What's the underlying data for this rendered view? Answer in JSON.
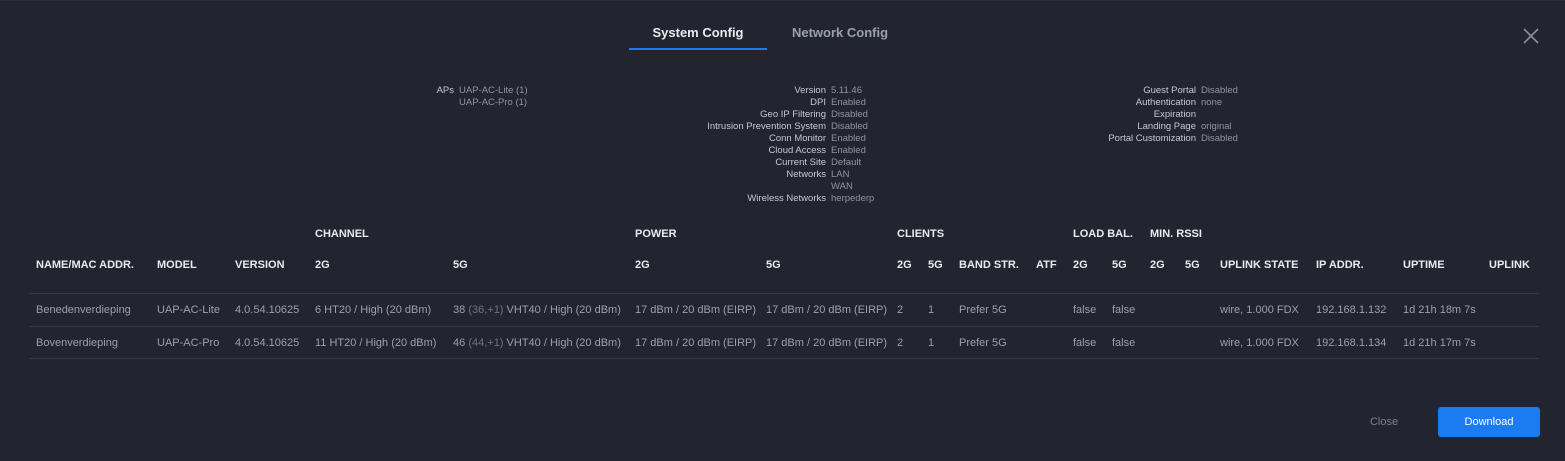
{
  "tabs": [
    {
      "label": "System Config",
      "active": true
    },
    {
      "label": "Network Config",
      "active": false
    }
  ],
  "aps": {
    "label": "APs",
    "values": [
      "UAP-AC-Lite (1)",
      "UAP-AC-Pro (1)"
    ]
  },
  "system": [
    {
      "k": "Version",
      "v": "5.11.46"
    },
    {
      "k": "DPI",
      "v": "Enabled"
    },
    {
      "k": "Geo IP Filtering",
      "v": "Disabled"
    },
    {
      "k": "Intrusion Prevention System",
      "v": "Disabled"
    },
    {
      "k": "Conn Monitor",
      "v": "Enabled"
    },
    {
      "k": "Cloud Access",
      "v": "Enabled"
    },
    {
      "k": "Current Site",
      "v": "Default"
    },
    {
      "k": "Networks",
      "v": "LAN"
    },
    {
      "k": "",
      "v": "WAN"
    },
    {
      "k": "Wireless Networks",
      "v": "herpederp"
    }
  ],
  "guest": [
    {
      "k": "Guest Portal",
      "v": "Disabled"
    },
    {
      "k": "Authentication",
      "v": "none"
    },
    {
      "k": "Expiration",
      "v": ""
    },
    {
      "k": "Landing Page",
      "v": "original"
    },
    {
      "k": "Portal Customization",
      "v": "Disabled"
    }
  ],
  "table": {
    "groups": {
      "channel": "CHANNEL",
      "power": "POWER",
      "clients": "CLIENTS",
      "load_bal": "LOAD BAL.",
      "min_rssi": "MIN. RSSI"
    },
    "headers": {
      "name": "NAME/MAC ADDR.",
      "model": "MODEL",
      "version": "VERSION",
      "ch_2g": "2G",
      "ch_5g": "5G",
      "pw_2g": "2G",
      "pw_5g": "5G",
      "cl_2g": "2G",
      "cl_5g": "5G",
      "band_str": "BAND STR.",
      "atf": "ATF",
      "lb_2g": "2G",
      "lb_5g": "5G",
      "rs_2g": "2G",
      "rs_5g": "5G",
      "uplink_state": "UPLINK STATE",
      "ip": "IP ADDR.",
      "uptime": "UPTIME",
      "uplink": "UPLINK"
    },
    "rows": [
      {
        "name": "Benedenverdieping",
        "model": "UAP-AC-Lite",
        "version": "4.0.54.10625",
        "ch_2g": "6 HT20  / High (20 dBm)",
        "ch_5g_num": "38",
        "ch_5g_sub": "(36,+1)",
        "ch_5g_rest": "VHT40  / High (20 dBm)",
        "pw_2g": "17 dBm / 20 dBm (EIRP)",
        "pw_5g": "17 dBm / 20 dBm (EIRP)",
        "cl_2g": "2",
        "cl_5g": "1",
        "band_str": "Prefer 5G",
        "lb_2g": "false",
        "lb_5g": "false",
        "uplink_state": "wire, 1.000 FDX",
        "ip": "192.168.1.132",
        "uptime": "1d 21h 18m 7s"
      },
      {
        "name": "Bovenverdieping",
        "model": "UAP-AC-Pro",
        "version": "4.0.54.10625",
        "ch_2g": "11 HT20  / High (20 dBm)",
        "ch_5g_num": "46",
        "ch_5g_sub": "(44,+1)",
        "ch_5g_rest": "VHT40  / High (20 dBm)",
        "pw_2g": "17 dBm / 20 dBm (EIRP)",
        "pw_5g": "17 dBm / 20 dBm (EIRP)",
        "cl_2g": "2",
        "cl_5g": "1",
        "band_str": "Prefer 5G",
        "lb_2g": "false",
        "lb_5g": "false",
        "uplink_state": "wire, 1.000 FDX",
        "ip": "192.168.1.134",
        "uptime": "1d 21h 17m 7s"
      }
    ]
  },
  "buttons": {
    "close": "Close",
    "download": "Download"
  }
}
